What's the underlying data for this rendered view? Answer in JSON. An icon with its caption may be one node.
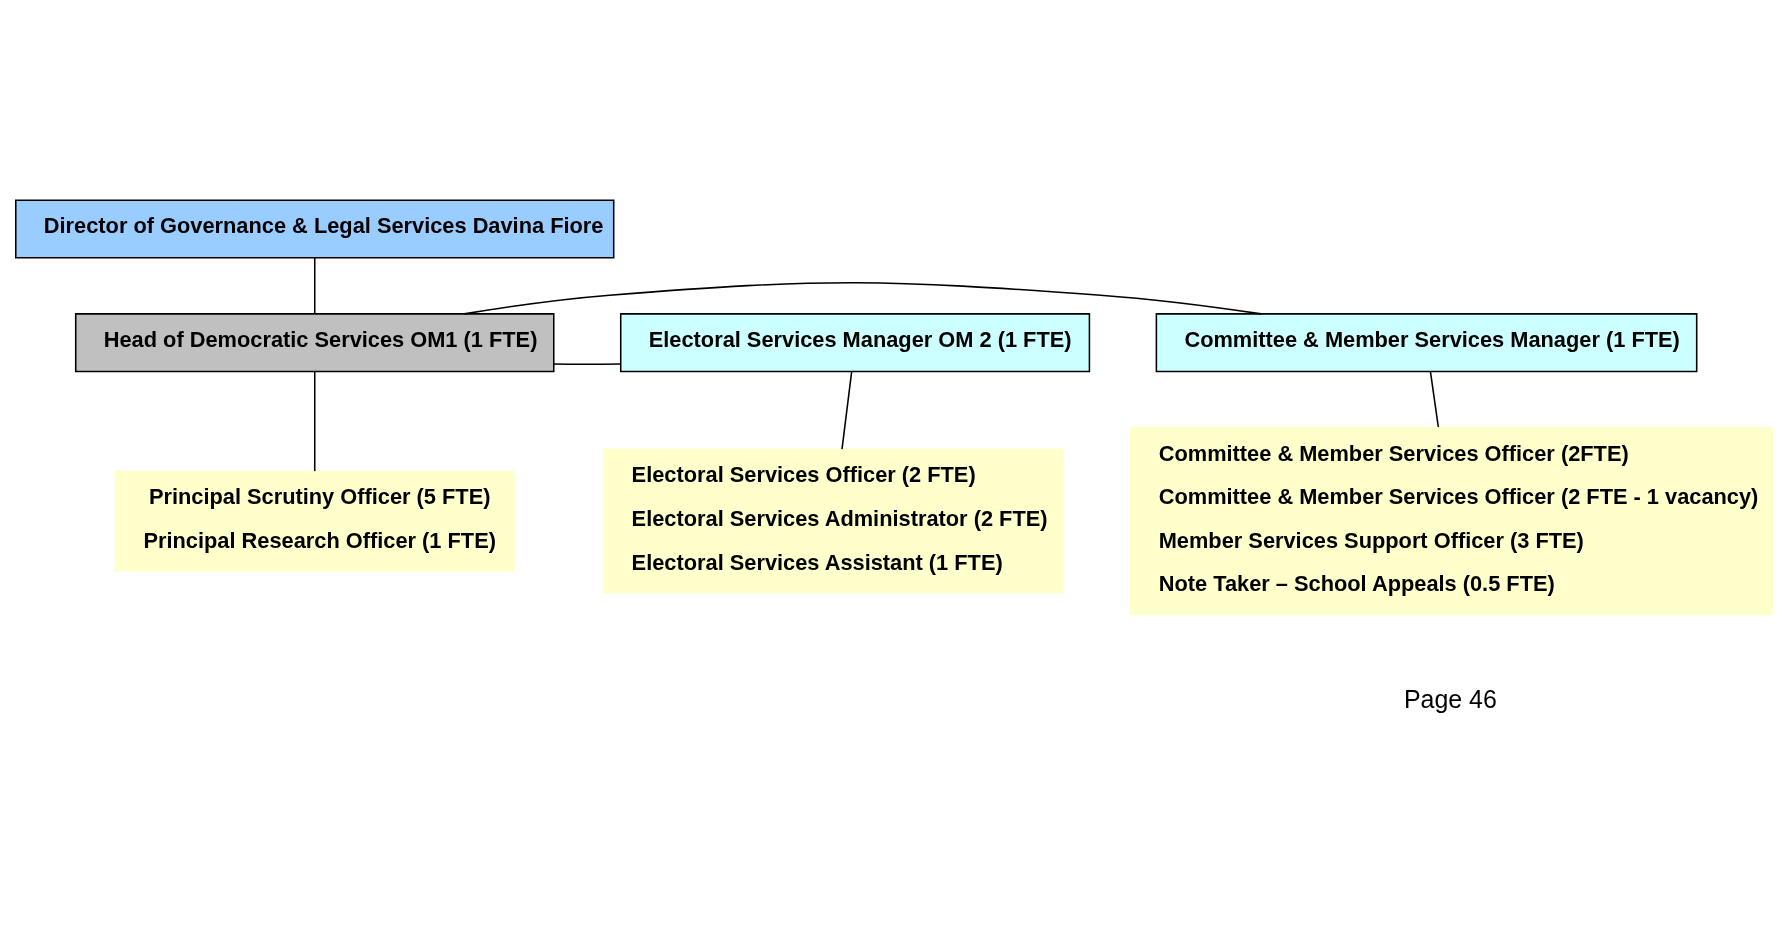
{
  "diagram": {
    "nodes": [
      {
        "text": [
          "Director of Governance & Legal Services Davina Fiore"
        ]
      },
      {
        "text": [
          "Head of Democratic Services OM1 (1 FTE)"
        ]
      },
      {
        "text": [
          "Committee & Member Services Manager (1 FTE)"
        ]
      },
      {
        "text": [
          "Electoral Services Manager OM 2 (1 FTE)"
        ]
      },
      {
        "text": [
          "Committee & Member Services Officer (2FTE)",
          "Committee & Member Services Officer (2 FTE - 1 vacancy)",
          "Member Services Support Officer (3 FTE)",
          "Note Taker – School Appeals (0.5 FTE)"
        ]
      },
      {
        "text": [
          "Principal Scrutiny Officer (5 FTE)",
          "Principal Research Officer (1 FTE)"
        ]
      },
      {
        "text": [
          "Electoral Services Officer (2 FTE)",
          "Electoral Services Administrator (2 FTE)",
          "Electoral Services Assistant (1 FTE)"
        ]
      }
    ],
    "edges": [
      {
        "from": 0,
        "to": 1,
        "arrow": "none"
      },
      {
        "from": 1,
        "to": 2,
        "arrow": "none"
      },
      {
        "from": 1,
        "to": 3,
        "arrow": "none"
      },
      {
        "from": 2,
        "to": 4,
        "arrow": "none"
      },
      {
        "from": 1,
        "to": 5,
        "arrow": "none"
      },
      {
        "from": 3,
        "to": 6,
        "arrow": "none"
      }
    ],
    "labels": [
      "Page 46"
    ]
  }
}
